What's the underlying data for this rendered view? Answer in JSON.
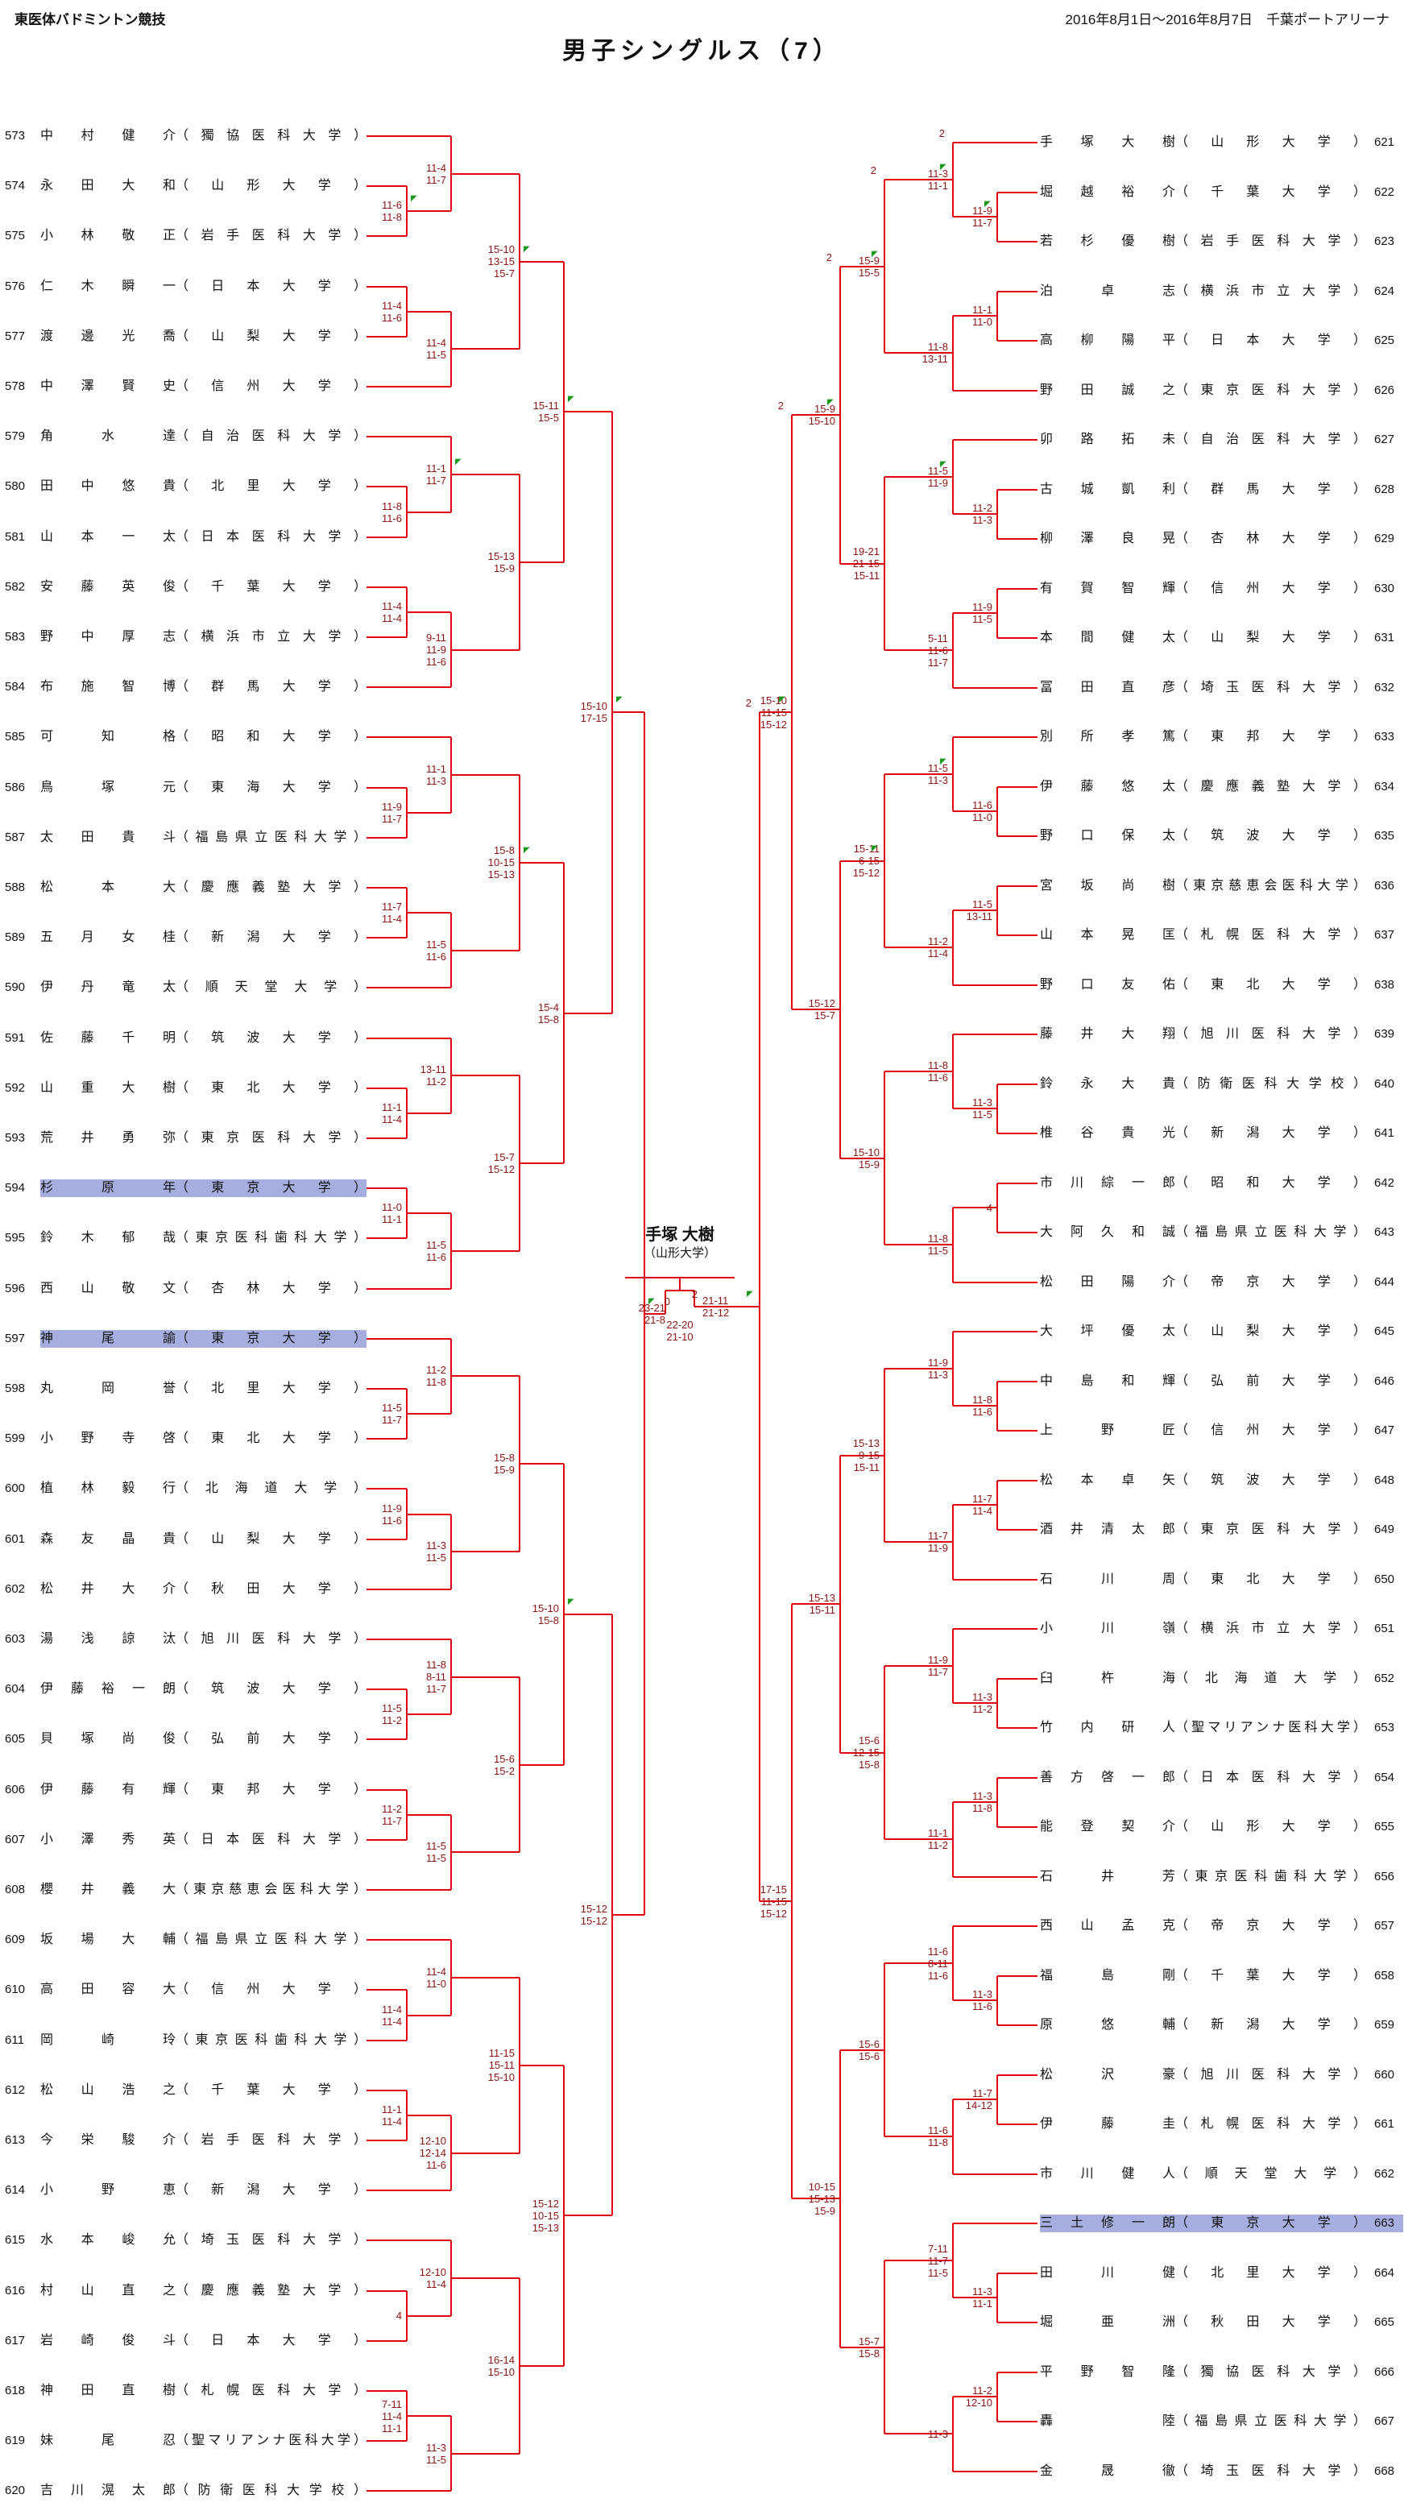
{
  "header": {
    "left": "東医体バドミントン競技",
    "right": "2016年8月1日～2016年8月7日　千葉ポートアリーナ",
    "title": "男子シングルス（7）"
  },
  "winner": {
    "name": "手塚 大樹",
    "univ": "（山形大学）"
  },
  "final": {
    "left_games": "0",
    "right_games": "2",
    "left_hf_score": [
      "23-21",
      "21-8"
    ],
    "match_score": [
      "22-20",
      "21-10"
    ],
    "right_hf_score": [
      "21-11",
      "21-12"
    ]
  },
  "winner_path_games": [
    "2",
    "2",
    "2",
    "2",
    "2"
  ],
  "colors": {
    "line": "#e3000f",
    "score": "#8f1212",
    "highlight": "#a5aede",
    "tick": "#18991c"
  },
  "left": {
    "players": [
      {
        "no": "573",
        "n": "中村健介",
        "u": "（獨協医科大学）"
      },
      {
        "no": "574",
        "n": "永田大和",
        "u": "（山形大学）"
      },
      {
        "no": "575",
        "n": "小林敬正",
        "u": "（岩手医科大学）"
      },
      {
        "no": "576",
        "n": "仁木瞬一",
        "u": "（日本大学）"
      },
      {
        "no": "577",
        "n": "渡邊光喬",
        "u": "（山梨大学）"
      },
      {
        "no": "578",
        "n": "中澤賢史",
        "u": "（信州大学）"
      },
      {
        "no": "579",
        "n": "角水達",
        "u": "（自治医科大学）"
      },
      {
        "no": "580",
        "n": "田中悠貴",
        "u": "（北里大学）"
      },
      {
        "no": "581",
        "n": "山本一太",
        "u": "（日本医科大学）"
      },
      {
        "no": "582",
        "n": "安藤英俊",
        "u": "（千葉大学）"
      },
      {
        "no": "583",
        "n": "野中厚志",
        "u": "（横浜市立大学）"
      },
      {
        "no": "584",
        "n": "布施智博",
        "u": "（群馬大学）"
      },
      {
        "no": "585",
        "n": "可知格",
        "u": "（昭和大学）"
      },
      {
        "no": "586",
        "n": "鳥塚元",
        "u": "（東海大学）"
      },
      {
        "no": "587",
        "n": "太田貴斗",
        "u": "（福島県立医科大学）"
      },
      {
        "no": "588",
        "n": "松本大",
        "u": "（慶應義塾大学）"
      },
      {
        "no": "589",
        "n": "五月女桂",
        "u": "（新潟大学）"
      },
      {
        "no": "590",
        "n": "伊丹竜太",
        "u": "（順天堂大学）"
      },
      {
        "no": "591",
        "n": "佐藤千明",
        "u": "（筑波大学）"
      },
      {
        "no": "592",
        "n": "山重大樹",
        "u": "（東北大学）"
      },
      {
        "no": "593",
        "n": "荒井勇弥",
        "u": "（東京医科大学）"
      },
      {
        "no": "594",
        "n": "杉原年",
        "u": "（東京大学）",
        "hl": true
      },
      {
        "no": "595",
        "n": "鈴木郁哉",
        "u": "（東京医科歯科大学）"
      },
      {
        "no": "596",
        "n": "西山敬文",
        "u": "（杏林大学）"
      },
      {
        "no": "597",
        "n": "神尾諭",
        "u": "（東京大学）",
        "hl": true
      },
      {
        "no": "598",
        "n": "丸岡誉",
        "u": "（北里大学）"
      },
      {
        "no": "599",
        "n": "小野寺啓",
        "u": "（東北大学）"
      },
      {
        "no": "600",
        "n": "植林毅行",
        "u": "（北海道大学）"
      },
      {
        "no": "601",
        "n": "森友晶貴",
        "u": "（山梨大学）"
      },
      {
        "no": "602",
        "n": "松井大介",
        "u": "（秋田大学）"
      },
      {
        "no": "603",
        "n": "湯浅諒汰",
        "u": "（旭川医科大学）"
      },
      {
        "no": "604",
        "n": "伊藤裕一朗",
        "u": "（筑波大学）"
      },
      {
        "no": "605",
        "n": "貝塚尚俊",
        "u": "（弘前大学）"
      },
      {
        "no": "606",
        "n": "伊藤有輝",
        "u": "（東邦大学）"
      },
      {
        "no": "607",
        "n": "小澤秀英",
        "u": "（日本医科大学）"
      },
      {
        "no": "608",
        "n": "櫻井義大",
        "u": "（東京慈恵会医科大学）"
      },
      {
        "no": "609",
        "n": "坂場大輔",
        "u": "（福島県立医科大学）"
      },
      {
        "no": "610",
        "n": "高田容大",
        "u": "（信州大学）"
      },
      {
        "no": "611",
        "n": "岡崎玲",
        "u": "（東京医科歯科大学）"
      },
      {
        "no": "612",
        "n": "松山浩之",
        "u": "（千葉大学）"
      },
      {
        "no": "613",
        "n": "今栄駿介",
        "u": "（岩手医科大学）"
      },
      {
        "no": "614",
        "n": "小野恵",
        "u": "（新潟大学）"
      },
      {
        "no": "615",
        "n": "水本峻允",
        "u": "（埼玉医科大学）"
      },
      {
        "no": "616",
        "n": "村山直之",
        "u": "（慶應義塾大学）"
      },
      {
        "no": "617",
        "n": "岩崎俊斗",
        "u": "（日本大学）"
      },
      {
        "no": "618",
        "n": "神田直樹",
        "u": "（札幌医科大学）"
      },
      {
        "no": "619",
        "n": "妹尾忍",
        "u": "（聖マリアンナ医科大学）"
      },
      {
        "no": "620",
        "n": "吉川滉太郎",
        "u": "（防衛医科大学校）"
      }
    ],
    "scores": {
      "pair": [
        [
          "11-6",
          "11-8"
        ],
        [
          "11-4",
          "11-6"
        ],
        [
          "11-8",
          "11-6"
        ],
        [
          "11-4",
          "11-4"
        ],
        [
          "11-9",
          "11-7"
        ],
        [
          "11-7",
          "11-4"
        ],
        [
          "11-1",
          "11-4"
        ],
        [
          "11-0",
          "11-1"
        ],
        [
          "11-5",
          "11-7"
        ],
        [
          "11-9",
          "11-6"
        ],
        [
          "11-5",
          "11-2"
        ],
        [
          "11-2",
          "11-7"
        ],
        [
          "11-4",
          "11-4"
        ],
        [
          "11-1",
          "11-4"
        ],
        [
          "4"
        ],
        [
          "7-11",
          "11-4",
          "11-1"
        ]
      ],
      "bye": [
        [
          "11-4",
          "11-7"
        ],
        [
          "11-4",
          "11-5"
        ],
        [
          "11-1",
          "11-7"
        ],
        [
          "9-11",
          "11-9",
          "11-6"
        ],
        [
          "11-1",
          "11-3"
        ],
        [
          "11-5",
          "11-6"
        ],
        [
          "13-11",
          "11-2"
        ],
        [
          "11-5",
          "11-6"
        ],
        [
          "11-2",
          "11-8"
        ],
        [
          "11-3",
          "11-5"
        ],
        [
          "11-8",
          "8-11",
          "11-7"
        ],
        [
          "11-5",
          "11-5"
        ],
        [
          "11-4",
          "11-0"
        ],
        [
          "12-10",
          "12-14",
          "11-6"
        ],
        [
          "12-10",
          "11-4"
        ],
        [
          "11-3",
          "11-5"
        ]
      ],
      "r16": [
        [
          "15-10",
          "13-15",
          "15-7"
        ],
        [
          "15-13",
          "15-9"
        ],
        [
          "15-8",
          "10-15",
          "15-13"
        ],
        [
          "15-7",
          "15-12"
        ],
        [
          "15-8",
          "15-9"
        ],
        [
          "15-6",
          "15-2"
        ],
        [
          "11-15",
          "15-11",
          "15-10"
        ],
        [
          "16-14",
          "15-10"
        ]
      ],
      "qf": [
        [
          "15-11",
          "15-5"
        ],
        [
          "15-4",
          "15-8"
        ],
        [
          "15-10",
          "15-8"
        ],
        [
          "15-12",
          "10-15",
          "15-13"
        ]
      ],
      "sf": [
        [
          "15-10",
          "17-15"
        ],
        [
          "15-12",
          "15-12"
        ]
      ]
    }
  },
  "right": {
    "players": [
      {
        "no": "621",
        "n": "手塚大樹",
        "u": "（山形大学）"
      },
      {
        "no": "622",
        "n": "堀越裕介",
        "u": "（千葉大学）"
      },
      {
        "no": "623",
        "n": "若杉優樹",
        "u": "（岩手医科大学）"
      },
      {
        "no": "624",
        "n": "泊卓志",
        "u": "（横浜市立大学）"
      },
      {
        "no": "625",
        "n": "高柳陽平",
        "u": "（日本大学）"
      },
      {
        "no": "626",
        "n": "野田誠之",
        "u": "（東京医科大学）"
      },
      {
        "no": "627",
        "n": "卯路拓未",
        "u": "（自治医科大学）"
      },
      {
        "no": "628",
        "n": "古城凱利",
        "u": "（群馬大学）"
      },
      {
        "no": "629",
        "n": "柳澤良晃",
        "u": "（杏林大学）"
      },
      {
        "no": "630",
        "n": "有賀智輝",
        "u": "（信州大学）"
      },
      {
        "no": "631",
        "n": "本間健太",
        "u": "（山梨大学）"
      },
      {
        "no": "632",
        "n": "冨田直彦",
        "u": "（埼玉医科大学）"
      },
      {
        "no": "633",
        "n": "別所孝篤",
        "u": "（東邦大学）"
      },
      {
        "no": "634",
        "n": "伊藤悠太",
        "u": "（慶應義塾大学）"
      },
      {
        "no": "635",
        "n": "野口保太",
        "u": "（筑波大学）"
      },
      {
        "no": "636",
        "n": "宮坂尚樹",
        "u": "（東京慈恵会医科大学）"
      },
      {
        "no": "637",
        "n": "山本晃匡",
        "u": "（札幌医科大学）"
      },
      {
        "no": "638",
        "n": "野口友佑",
        "u": "（東北大学）"
      },
      {
        "no": "639",
        "n": "藤井大翔",
        "u": "（旭川医科大学）"
      },
      {
        "no": "640",
        "n": "鈴永大貴",
        "u": "（防衛医科大学校）"
      },
      {
        "no": "641",
        "n": "椎谷貴光",
        "u": "（新潟大学）"
      },
      {
        "no": "642",
        "n": "市川綜一郎",
        "u": "（昭和大学）"
      },
      {
        "no": "643",
        "n": "大阿久和誠",
        "u": "（福島県立医科大学）"
      },
      {
        "no": "644",
        "n": "松田陽介",
        "u": "（帝京大学）"
      },
      {
        "no": "645",
        "n": "大坪優太",
        "u": "（山梨大学）"
      },
      {
        "no": "646",
        "n": "中島和輝",
        "u": "（弘前大学）"
      },
      {
        "no": "647",
        "n": "上野匠",
        "u": "（信州大学）"
      },
      {
        "no": "648",
        "n": "松本卓矢",
        "u": "（筑波大学）"
      },
      {
        "no": "649",
        "n": "酒井清太郎",
        "u": "（東京医科大学）"
      },
      {
        "no": "650",
        "n": "石川周",
        "u": "（東北大学）"
      },
      {
        "no": "651",
        "n": "小川嶺",
        "u": "（横浜市立大学）"
      },
      {
        "no": "652",
        "n": "臼杵海",
        "u": "（北海道大学）"
      },
      {
        "no": "653",
        "n": "竹内研人",
        "u": "（聖マリアンナ医科大学）"
      },
      {
        "no": "654",
        "n": "善方啓一郎",
        "u": "（日本医科大学）"
      },
      {
        "no": "655",
        "n": "能登契介",
        "u": "（山形大学）"
      },
      {
        "no": "656",
        "n": "石井芳",
        "u": "（東京医科歯科大学）"
      },
      {
        "no": "657",
        "n": "西山孟克",
        "u": "（帝京大学）"
      },
      {
        "no": "658",
        "n": "福島剛",
        "u": "（千葉大学）"
      },
      {
        "no": "659",
        "n": "原悠輔",
        "u": "（新潟大学）"
      },
      {
        "no": "660",
        "n": "松沢豪",
        "u": "（旭川医科大学）"
      },
      {
        "no": "661",
        "n": "伊藤圭",
        "u": "（札幌医科大学）"
      },
      {
        "no": "662",
        "n": "市川健人",
        "u": "（順天堂大学）"
      },
      {
        "no": "663",
        "n": "三土修一朗",
        "u": "（東京大学）",
        "hl": true
      },
      {
        "no": "664",
        "n": "田川健",
        "u": "（北里大学）"
      },
      {
        "no": "665",
        "n": "堀亜洲",
        "u": "（秋田大学）"
      },
      {
        "no": "666",
        "n": "平野智隆",
        "u": "（獨協医科大学）"
      },
      {
        "no": "667",
        "n": "轟陸",
        "u": "（福島県立医科大学）"
      },
      {
        "no": "668",
        "n": "金晟徹",
        "u": "（埼玉医科大学）"
      }
    ],
    "scores": {
      "pair": [
        [
          "11-9",
          "11-7"
        ],
        [
          "11-1",
          "11-0"
        ],
        [
          "11-2",
          "11-3"
        ],
        [
          "11-9",
          "11-5"
        ],
        [
          "11-6",
          "11-0"
        ],
        [
          "11-5",
          "13-11"
        ],
        [
          "11-3",
          "11-5"
        ],
        [
          "4"
        ],
        [
          "11-8",
          "11-6"
        ],
        [
          "11-7",
          "11-4"
        ],
        [
          "11-3",
          "11-2"
        ],
        [
          "11-3",
          "11-8"
        ],
        [
          "11-3",
          "11-6"
        ],
        [
          "11-7",
          "14-12"
        ],
        [
          "11-3",
          "11-1"
        ],
        [
          "11-2",
          "12-10"
        ]
      ],
      "bye": [
        [
          "11-3",
          "11-1"
        ],
        [
          "11-8",
          "13-11"
        ],
        [
          "11-5",
          "11-9"
        ],
        [
          "5-11",
          "11-6",
          "11-7"
        ],
        [
          "11-5",
          "11-3"
        ],
        [
          "11-2",
          "11-4"
        ],
        [
          "11-8",
          "11-6"
        ],
        [
          "11-8",
          "11-5"
        ],
        [
          "11-9",
          "11-3"
        ],
        [
          "11-7",
          "11-9"
        ],
        [
          "11-9",
          "11-7"
        ],
        [
          "11-1",
          "11-2"
        ],
        [
          "11-6",
          "8-11",
          "11-6"
        ],
        [
          "11-6",
          "11-8"
        ],
        [
          "7-11",
          "11-7",
          "11-5"
        ],
        [
          "11-3"
        ]
      ],
      "r16": [
        [
          "15-9",
          "15-5"
        ],
        [
          "19-21",
          "21-15",
          "15-11"
        ],
        [
          "15-11",
          "6-15",
          "15-12"
        ],
        [
          "15-10",
          "15-9"
        ],
        [
          "15-13",
          "9-15",
          "15-11"
        ],
        [
          "15-6",
          "12-15",
          "15-8"
        ],
        [
          "15-6",
          "15-6"
        ],
        [
          "15-7",
          "15-8"
        ]
      ],
      "qf": [
        [
          "15-9",
          "15-10"
        ],
        [
          "15-12",
          "15-7"
        ],
        [
          "15-13",
          "15-11"
        ],
        [
          "10-15",
          "15-13",
          "15-9"
        ]
      ],
      "sf": [
        [
          "15-10",
          "11-15",
          "15-12"
        ],
        [
          "17-15",
          "11-15",
          "15-12"
        ]
      ]
    }
  },
  "green_ticks": [
    {
      "side": "left",
      "kind": "pair",
      "idx": 0
    },
    {
      "side": "left",
      "kind": "m",
      "idx": 0
    },
    {
      "side": "left",
      "kind": "qf",
      "idx": 0
    },
    {
      "side": "left",
      "kind": "sf",
      "idx": 0
    },
    {
      "side": "left",
      "kind": "hf",
      "idx": 0
    },
    {
      "side": "left",
      "kind": "bye",
      "idx": 2
    },
    {
      "side": "left",
      "kind": "m",
      "idx": 2
    },
    {
      "side": "left",
      "kind": "qf",
      "idx": 2
    },
    {
      "side": "right",
      "kind": "bye",
      "idx": 0
    },
    {
      "side": "right",
      "kind": "pair",
      "idx": 0
    },
    {
      "side": "right",
      "kind": "m",
      "idx": 0
    },
    {
      "side": "right",
      "kind": "qf",
      "idx": 0
    },
    {
      "side": "right",
      "kind": "sf",
      "idx": 0
    },
    {
      "side": "right",
      "kind": "hf",
      "idx": 0
    },
    {
      "side": "right",
      "kind": "bye",
      "idx": 2
    },
    {
      "side": "right",
      "kind": "bye",
      "idx": 4
    },
    {
      "side": "right",
      "kind": "m",
      "idx": 2
    }
  ]
}
